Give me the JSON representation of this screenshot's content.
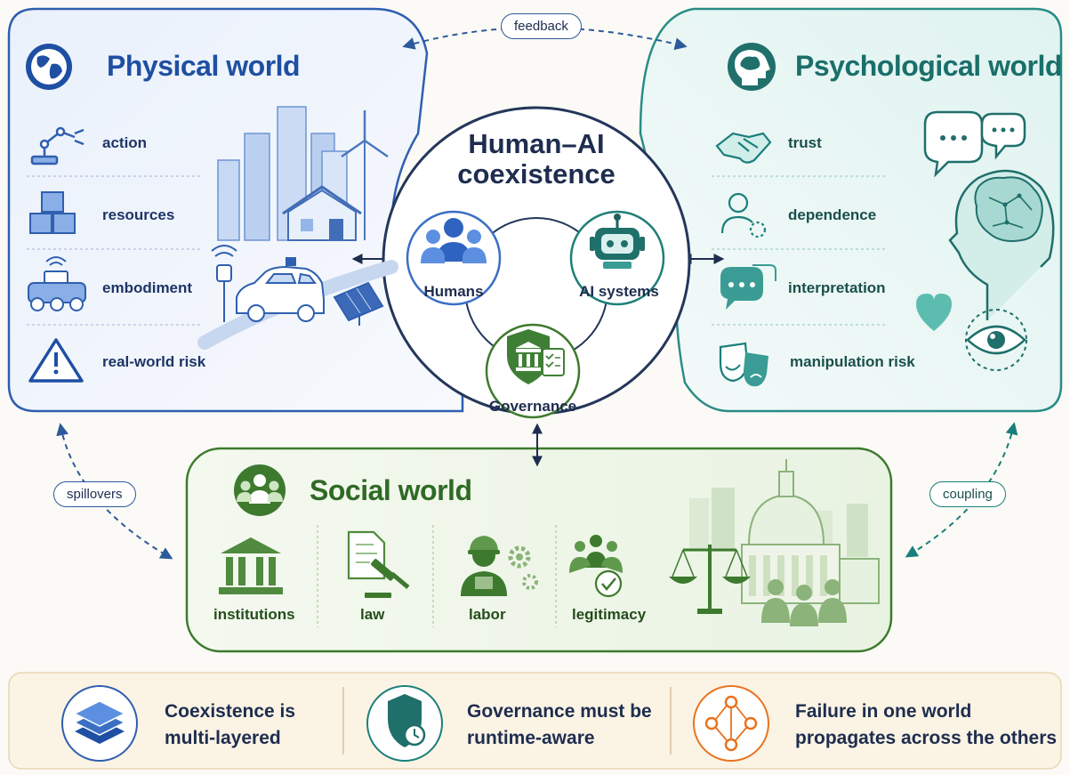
{
  "connectors": {
    "feedback": "feedback",
    "spillovers": "spillovers",
    "coupling": "coupling"
  },
  "physical": {
    "title": "Physical world",
    "items": [
      "action",
      "resources",
      "embodiment",
      "real-world risk"
    ]
  },
  "psychological": {
    "title": "Psychological world",
    "items": [
      "trust",
      "dependence",
      "interpretation",
      "manipulation risk"
    ]
  },
  "core": {
    "title_line1": "Human–AI",
    "title_line2": "coexistence",
    "humans": "Humans",
    "ai_systems": "AI systems",
    "governance": "Governance"
  },
  "social": {
    "title": "Social world",
    "items": [
      "institutions",
      "law",
      "labor",
      "legitimacy"
    ]
  },
  "takeaways": [
    {
      "line1": "Coexistence is",
      "line2": "multi-layered"
    },
    {
      "line1": "Governance must be",
      "line2": "runtime-aware"
    },
    {
      "line1": "Failure in one world",
      "line2": "propagates across the others"
    }
  ],
  "colors": {
    "physical": "#1f4fa3",
    "psychological": "#1a7f7a",
    "social": "#3d7a2e",
    "core": "#1e2d4f",
    "alert": "#e8731f"
  }
}
